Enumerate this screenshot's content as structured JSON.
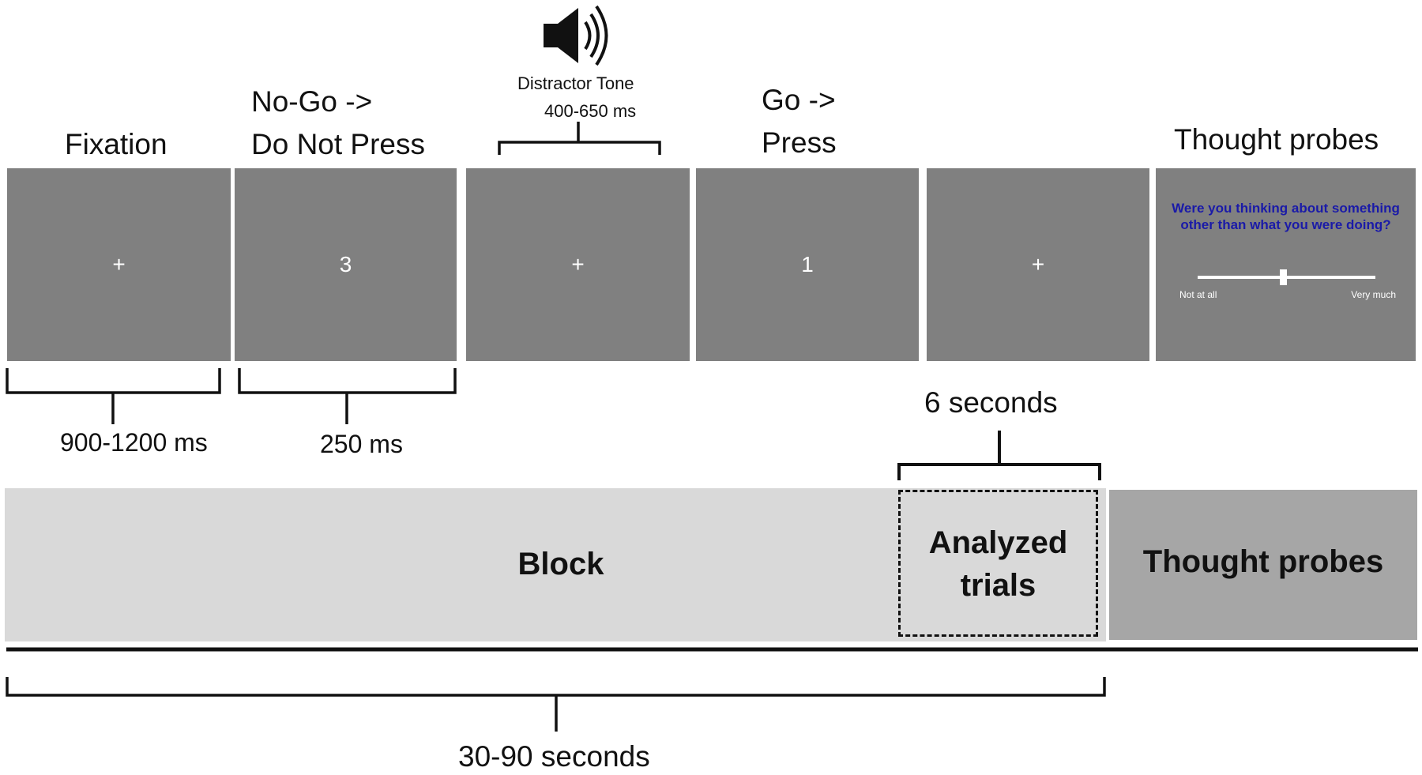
{
  "screens": {
    "fixation": {
      "label": "Fixation",
      "stimulus": "+"
    },
    "nogo": {
      "label_line1": "No-Go ->",
      "label_line2": "Do Not Press",
      "stimulus": "3"
    },
    "distractor": {
      "label": "Distractor Tone",
      "duration": "400-650 ms",
      "stimulus": "+",
      "icon": "speaker-icon"
    },
    "go": {
      "label_line1": "Go ->",
      "label_line2": "Press",
      "stimulus": "1"
    },
    "post": {
      "stimulus": "+"
    },
    "probe": {
      "label": "Thought probes",
      "question": "Were you thinking about something other than what you were doing?",
      "scale_left": "Not at all",
      "scale_right": "Very much"
    }
  },
  "durations": {
    "fixation": "900-1200 ms",
    "nogo": "250 ms",
    "analyzed": "6 seconds",
    "block_total": "30-90 seconds"
  },
  "timeline": {
    "block": "Block",
    "analyzed_line1": "Analyzed",
    "analyzed_line2": "trials",
    "probes": "Thought probes"
  },
  "colors": {
    "screen": "#808080",
    "block": "#d9d9d9",
    "probe_block": "#a6a6a6",
    "probe_question": "#1a1aa8"
  }
}
